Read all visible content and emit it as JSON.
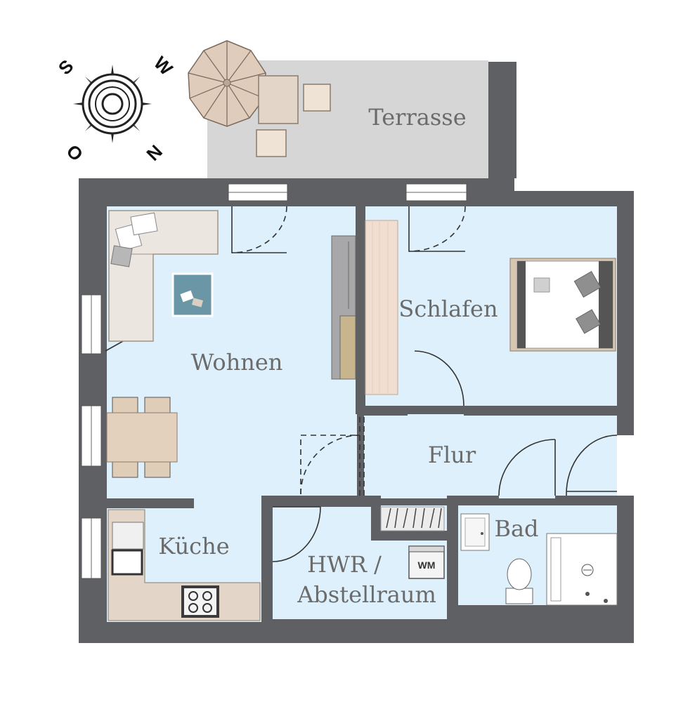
{
  "rooms": {
    "terrasse": "Terrasse",
    "wohnen": "Wohnen",
    "schlafen": "Schlafen",
    "flur": "Flur",
    "kueche": "Küche",
    "hwr_line1": "HWR /",
    "hwr_line2": "Abstellraum",
    "bad": "Bad"
  },
  "appliances": {
    "washing_machine": "WM"
  },
  "compass": {
    "s": "S",
    "w": "W",
    "n": "N",
    "o": "O"
  },
  "colors": {
    "wall": "#5f6064",
    "floor": "#ddf0fb",
    "terrace": "#d6d6d6",
    "furniture": "#e3dad0",
    "furniture_dark": "#c8bcae"
  }
}
